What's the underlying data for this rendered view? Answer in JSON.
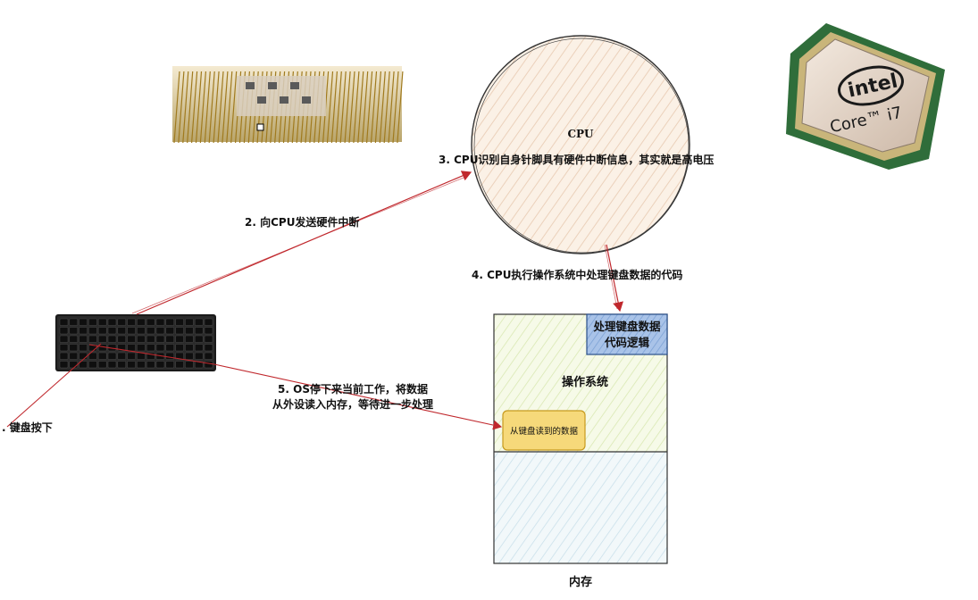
{
  "diagram": {
    "cpu_label": "CPU",
    "memory_label": "内存",
    "os_label": "操作系统",
    "keyboard_handler_label_line1": "处理键盘数据",
    "keyboard_handler_label_line2": "代码逻辑",
    "keyboard_data_label": "从键盘读到的数据",
    "steps": {
      "step1": ". 键盘按下",
      "step2": "2. 向CPU发送硬件中断",
      "step3": "3. CPU识别自身针脚具有硬件中断信息，其实就是高电压",
      "step4": "4. CPU执行操作系统中处理键盘数据的代码",
      "step5_line1": "5. OS停下来当前工作，将数据",
      "step5_line2": "从外设读入内存，等待进一步处理"
    },
    "intel_logo_text": "intel",
    "intel_model_text": "Core™ i7"
  },
  "colors": {
    "cpu_fill": "#f6e7d3",
    "os_fill": "#eef5d8",
    "memory_fill": "#e6f1f5",
    "handler_fill": "#8fb2e0",
    "data_fill": "#f6d97a",
    "arrow": "#c0282d"
  }
}
